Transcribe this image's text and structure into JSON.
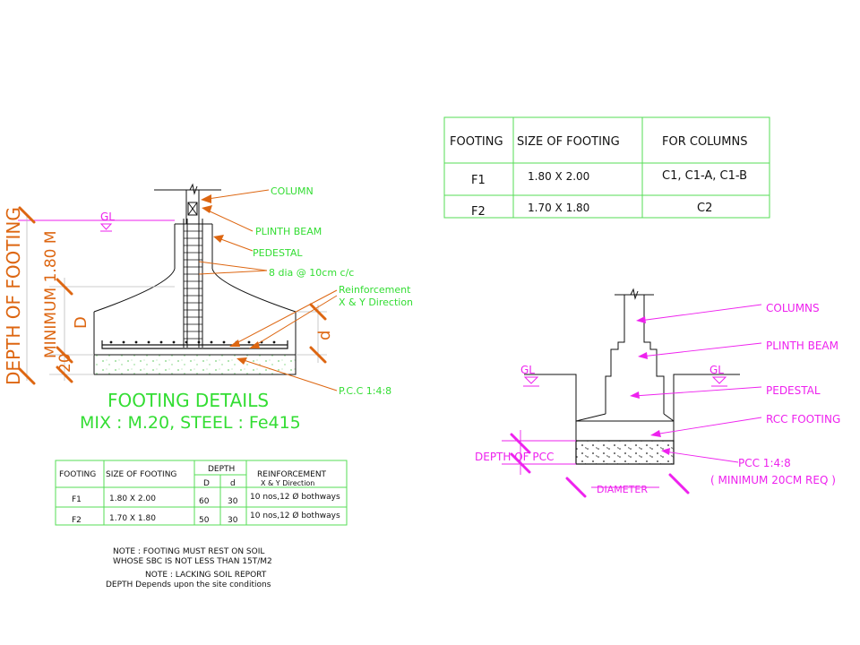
{
  "colors": {
    "green": "#33dd33",
    "magenta": "#ee22ee",
    "orange": "#dd6611",
    "black": "#111111",
    "tableGreen": "#55dd55"
  },
  "footing_table_top": {
    "headers": [
      "FOOTING",
      "SIZE OF FOOTING",
      "FOR COLUMNS"
    ],
    "rows": [
      [
        "F1",
        "1.80 X 2.00",
        "C1, C1-A, C1-B"
      ],
      [
        "F2",
        "1.70 X 1.80",
        "C2"
      ]
    ]
  },
  "section_a": {
    "labels": {
      "gl": "GL",
      "column": "COLUMN",
      "plinth_beam": "PLINTH BEAM",
      "pedestal": "PEDESTAL",
      "stirrups": "8 dia @ 10cm c/c",
      "reinforcement_1": "Reinforcement",
      "reinforcement_2": "X & Y Direction",
      "pcc": "P.C.C 1:4:8",
      "depth_of_footing": "DEPTH OF FOOTING",
      "minimum": "MINIMUM 1.80 M",
      "D": "D",
      "twenty": "20",
      "d": "d"
    },
    "title": "FOOTING DETAILS",
    "mix": "MIX : M.20, STEEL : Fe415"
  },
  "footing_table_bottom": {
    "headers": {
      "footing": "FOOTING",
      "size": "SIZE OF FOOTING",
      "depth": "DEPTH",
      "D": "D",
      "d": "d",
      "reinforcement": "REINFORCEMENT",
      "direction": "X & Y Direction"
    },
    "rows": [
      {
        "footing": "F1",
        "size": "1.80 X 2.00",
        "D": "60",
        "d": "30",
        "reinf": "10 nos,12 Ø bothways"
      },
      {
        "footing": "F2",
        "size": "1.70 X 1.80",
        "D": "50",
        "d": "30",
        "reinf": "10 nos,12 Ø bothways"
      }
    ]
  },
  "notes": [
    "NOTE : FOOTING MUST REST ON SOIL",
    "WHOSE SBC IS NOT LESS THAN 15T/M2",
    "NOTE : LACKING SOIL REPORT",
    "DEPTH Depends upon the site conditions"
  ],
  "section_b": {
    "labels": {
      "gl_left": "GL",
      "gl_right": "GL",
      "columns": "COLUMNS",
      "plinth_beam": "PLINTH BEAM",
      "pedestal": "PEDESTAL",
      "rcc_footing": "RCC FOOTING",
      "pcc": "PCC 1:4:8",
      "min_req": "( MINIMUM 20CM REQ )",
      "depth_of_pcc": "DEPTH OF PCC",
      "diameter": "DIAMETER"
    }
  }
}
